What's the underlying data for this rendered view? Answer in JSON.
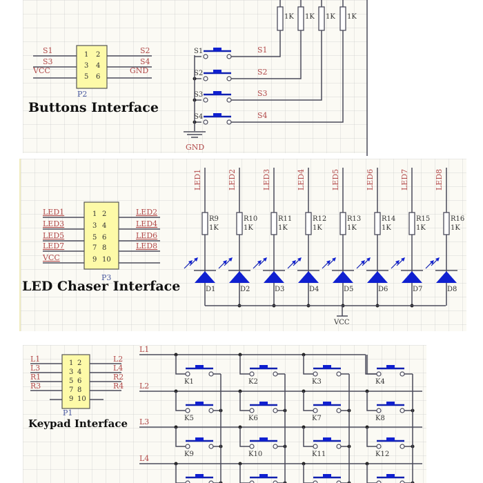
{
  "buttons_interface": {
    "title": "Buttons Interface",
    "connector": {
      "ref": "P2",
      "pins_left": [
        "1",
        "3",
        "5"
      ],
      "pins_right": [
        "2",
        "4",
        "6"
      ],
      "nets_left": [
        "S1",
        "S3",
        "VCC"
      ],
      "nets_right": [
        "S2",
        "S4",
        "GND"
      ]
    },
    "switches": [
      "S1",
      "S2",
      "S3",
      "S4"
    ],
    "nets": [
      "S1",
      "S2",
      "S3",
      "S4"
    ],
    "resistor_values": [
      "1K",
      "1K",
      "1K",
      "1K"
    ],
    "ground_label": "GND"
  },
  "led_chaser_interface": {
    "title": "LED Chaser Interface",
    "connector": {
      "ref": "P3",
      "pins_left": [
        "1",
        "3",
        "5",
        "7",
        "9"
      ],
      "pins_right": [
        "2",
        "4",
        "6",
        "8",
        "10"
      ],
      "nets_left": [
        "LED1",
        "LED3",
        "LED5",
        "LED7",
        "VCC"
      ],
      "nets_right": [
        "LED2",
        "LED4",
        "LED6",
        "LED8",
        ""
      ]
    },
    "channels": [
      {
        "net": "LED1",
        "resistor": "R9",
        "value": "1K",
        "diode": "D1"
      },
      {
        "net": "LED2",
        "resistor": "R10",
        "value": "1K",
        "diode": "D2"
      },
      {
        "net": "LED3",
        "resistor": "R11",
        "value": "1K",
        "diode": "D3"
      },
      {
        "net": "LED4",
        "resistor": "R12",
        "value": "1K",
        "diode": "D4"
      },
      {
        "net": "LED5",
        "resistor": "R13",
        "value": "1K",
        "diode": "D5"
      },
      {
        "net": "LED6",
        "resistor": "R14",
        "value": "1K",
        "diode": "D6"
      },
      {
        "net": "LED7",
        "resistor": "R15",
        "value": "1K",
        "diode": "D7"
      },
      {
        "net": "LED8",
        "resistor": "R16",
        "value": "1K",
        "diode": "D8"
      }
    ],
    "supply_label": "VCC"
  },
  "keypad_interface": {
    "title": "Keypad Interface",
    "connector": {
      "ref": "P1",
      "pins_left": [
        "1",
        "3",
        "5",
        "7",
        "9"
      ],
      "pins_right": [
        "2",
        "4",
        "6",
        "8",
        "10"
      ],
      "nets_left": [
        "L1",
        "L3",
        "R1",
        "R3",
        ""
      ],
      "nets_right": [
        "L2",
        "L4",
        "R2",
        "R4",
        ""
      ]
    },
    "rows": [
      "L1",
      "L2",
      "L3",
      "L4"
    ],
    "keys": [
      "K1",
      "K2",
      "K3",
      "K4",
      "K5",
      "K6",
      "K7",
      "K8",
      "K9",
      "K10",
      "K11",
      "K12"
    ]
  }
}
